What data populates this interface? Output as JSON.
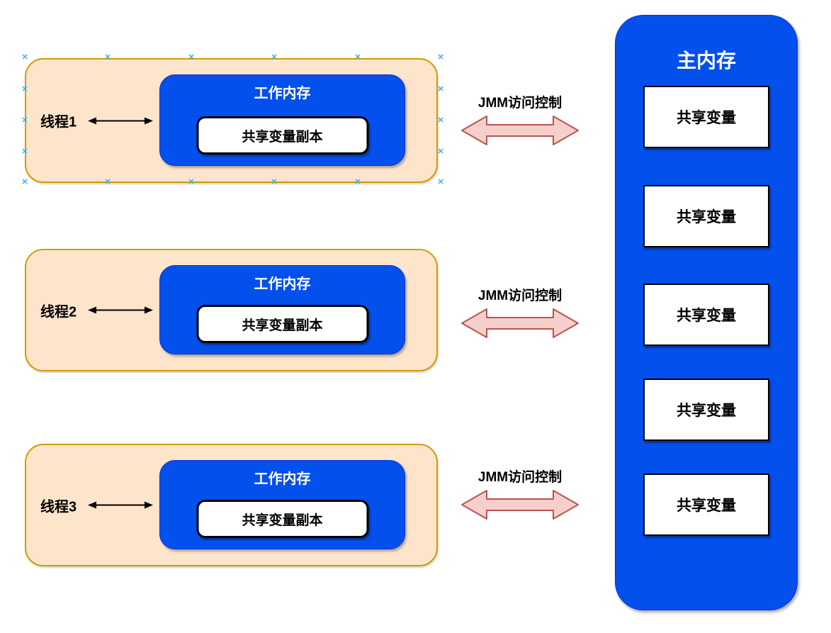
{
  "threads": [
    {
      "name": "线程1",
      "working_memory_title": "工作内存",
      "shared_copy_label": "共享变量副本"
    },
    {
      "name": "线程2",
      "working_memory_title": "工作内存",
      "shared_copy_label": "共享变量副本"
    },
    {
      "name": "线程3",
      "working_memory_title": "工作内存",
      "shared_copy_label": "共享变量副本"
    }
  ],
  "jmm_arrows": [
    {
      "label": "JMM访问控制"
    },
    {
      "label": "JMM访问控制"
    },
    {
      "label": "JMM访问控制"
    }
  ],
  "main_memory": {
    "title": "主内存",
    "variables": [
      "共享变量",
      "共享变量",
      "共享变量",
      "共享变量",
      "共享变量"
    ]
  },
  "colors": {
    "shape_blue": "#0450EC",
    "thread_fill": "#FDE5CC",
    "thread_border": "#D79B00",
    "jmm_arrow_fill": "#F6CFCC",
    "jmm_arrow_stroke": "#B85450",
    "connection_point": "#35B3EA"
  }
}
